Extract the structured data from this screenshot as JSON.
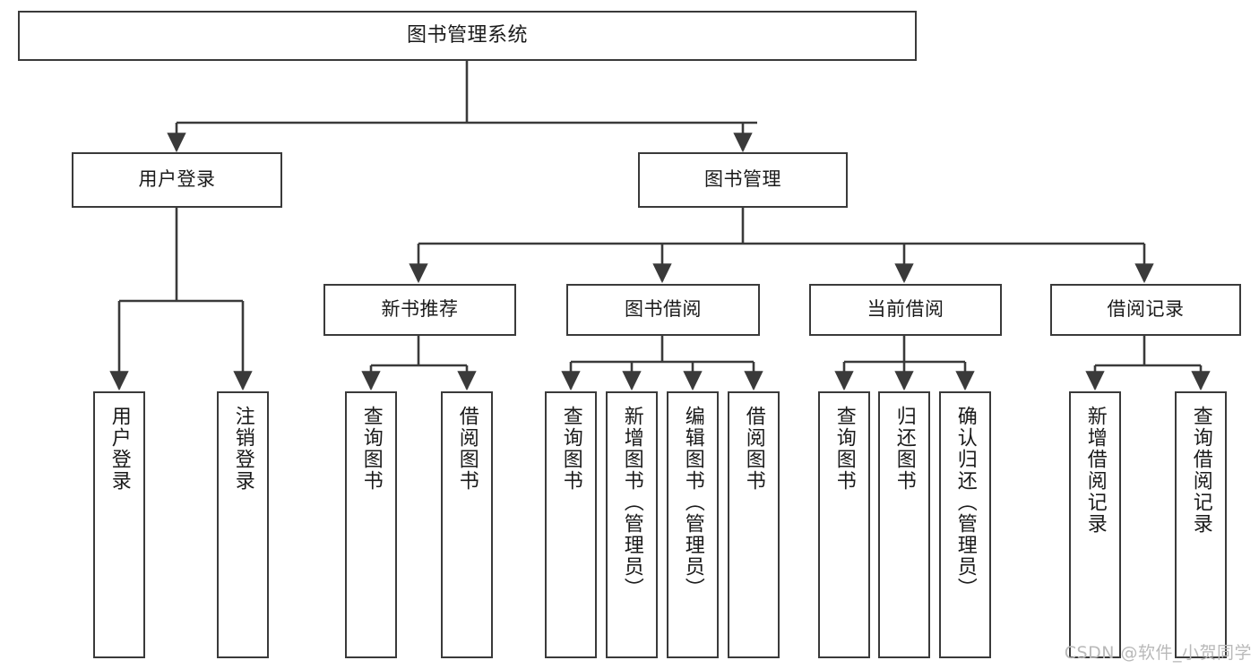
{
  "diagram": {
    "title": "图书管理系统",
    "watermark": "CSDN @软件_小贺同学",
    "colors": {
      "background": "#ffffff",
      "box_border": "#3a3a3a",
      "box_fill": "#ffffff",
      "edge": "#3a3a3a",
      "text": "#1a1a1a",
      "watermark": "#b9b9b9"
    },
    "root": {
      "label": "图书管理系统"
    },
    "level2": [
      {
        "label": "用户登录"
      },
      {
        "label": "图书管理"
      }
    ],
    "level3": [
      {
        "label": "新书推荐"
      },
      {
        "label": "图书借阅"
      },
      {
        "label": "当前借阅"
      },
      {
        "label": "借阅记录"
      }
    ],
    "leaves": {
      "user_login": [
        {
          "label": "用户登录"
        },
        {
          "label": "注销登录"
        }
      ],
      "new_book_recommend": [
        {
          "label": "查询图书"
        },
        {
          "label": "借阅图书"
        }
      ],
      "book_borrow": [
        {
          "label": "查询图书"
        },
        {
          "label": "新增图书（管理员）"
        },
        {
          "label": "编辑图书（管理员）"
        },
        {
          "label": "借阅图书"
        }
      ],
      "current_borrow": [
        {
          "label": "查询图书"
        },
        {
          "label": "归还图书"
        },
        {
          "label": "确认归还（管理员）"
        }
      ],
      "borrow_record": [
        {
          "label": "新增借阅记录"
        },
        {
          "label": "查询借阅记录"
        }
      ]
    }
  }
}
